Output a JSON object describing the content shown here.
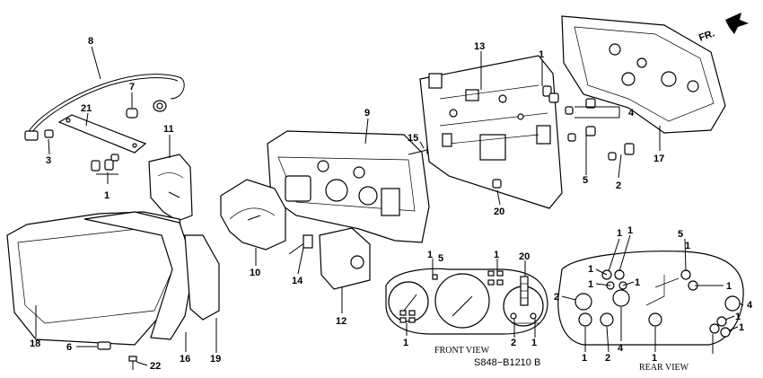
{
  "callouts": [
    {
      "id": "c8",
      "text": "8"
    },
    {
      "id": "c7",
      "text": "7"
    },
    {
      "id": "c21",
      "text": "21"
    },
    {
      "id": "c3",
      "text": "3"
    },
    {
      "id": "c1a",
      "text": "1"
    },
    {
      "id": "c11",
      "text": "11"
    },
    {
      "id": "c9",
      "text": "9"
    },
    {
      "id": "c15",
      "text": "15"
    },
    {
      "id": "c13",
      "text": "13"
    },
    {
      "id": "c1b",
      "text": "1"
    },
    {
      "id": "c4",
      "text": "4"
    },
    {
      "id": "c5",
      "text": "5"
    },
    {
      "id": "c2",
      "text": "2"
    },
    {
      "id": "c17",
      "text": "17"
    },
    {
      "id": "c20",
      "text": "20"
    },
    {
      "id": "c10",
      "text": "10"
    },
    {
      "id": "c14",
      "text": "14"
    },
    {
      "id": "c12",
      "text": "12"
    },
    {
      "id": "c18",
      "text": "18"
    },
    {
      "id": "c6",
      "text": "6"
    },
    {
      "id": "c22",
      "text": "22"
    },
    {
      "id": "c16",
      "text": "16"
    },
    {
      "id": "c19",
      "text": "19"
    }
  ],
  "front_view": {
    "caption": "FRONT VIEW",
    "callouts": [
      "1",
      "5",
      "1",
      "20",
      "1",
      "2",
      "1"
    ]
  },
  "rear_view": {
    "caption": "REAR VIEW",
    "callouts": [
      "1",
      "1",
      "5",
      "1",
      "1",
      "1",
      "2",
      "1",
      "4",
      "1",
      "1",
      "1",
      "2",
      "4",
      "1",
      "1"
    ]
  },
  "direction_label": "FR.",
  "diagram_code": "S848−B1210 B"
}
